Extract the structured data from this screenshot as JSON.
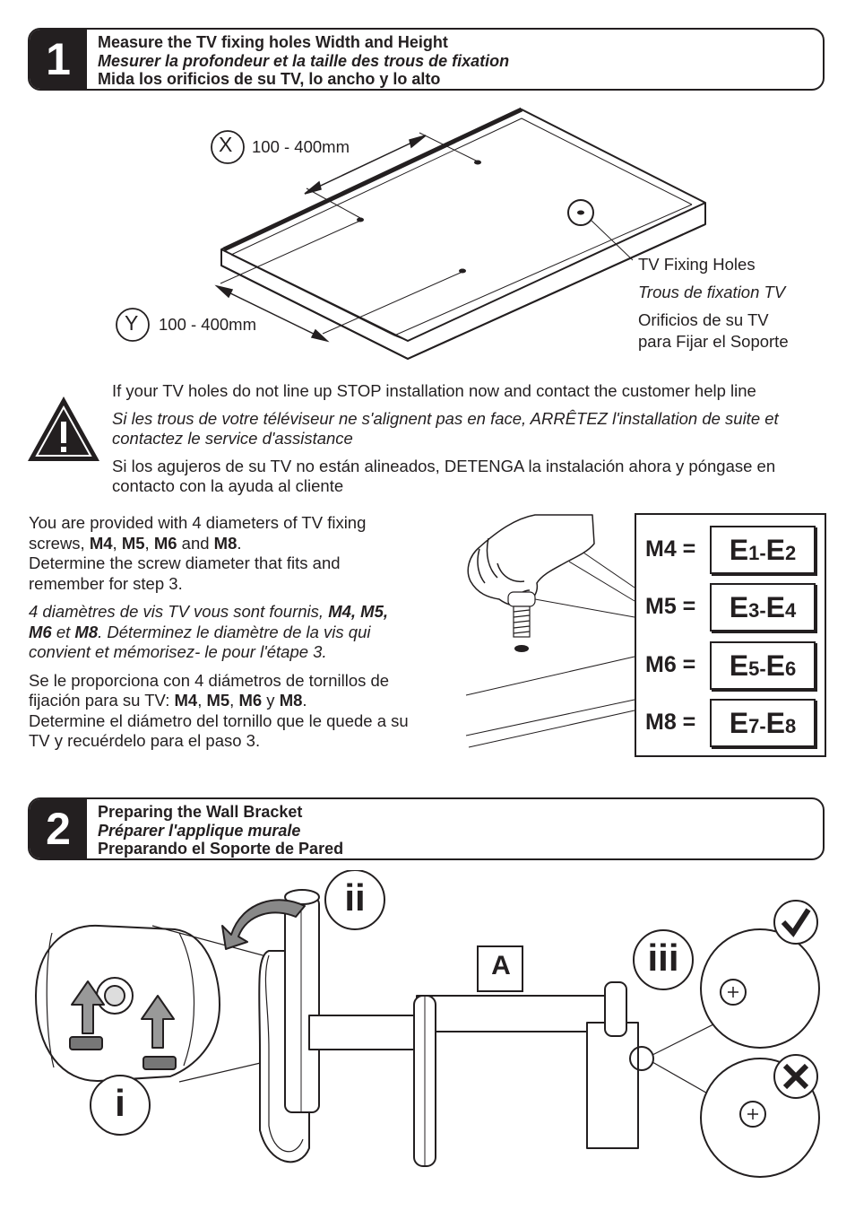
{
  "step1": {
    "number": "1",
    "title_en": "Measure the TV fixing holes Width and Height",
    "title_fr": "Mesurer la profondeur et la taille des trous de fixation",
    "title_es": "Mida los orificios de su TV, lo ancho y lo alto"
  },
  "tv_diagram": {
    "x_symbol": "X",
    "x_range": "100 - 400mm",
    "y_symbol": "Y",
    "y_range": "100 - 400mm",
    "holes_en": "TV Fixing Holes",
    "holes_fr": "Trous de fixation TV",
    "holes_es_1": "Orificios de su TV",
    "holes_es_2": "para Fijar el Soporte"
  },
  "warning": {
    "icon": "warning-triangle-icon",
    "en": "If your TV holes do not line up STOP installation now and contact the customer help line",
    "fr": "Si les trous de votre téléviseur ne s'alignent pas en face, ARRÊTEZ l'installation de suite et contactez le service d'assistance",
    "es": "Si los agujeros de su TV no están alineados, DETENGA la instalación ahora y póngase en contacto con la ayuda al cliente"
  },
  "screws_text": {
    "en_1": "You are provided with 4 diameters of TV fixing screws, ",
    "en_2": " and ",
    "en_3": ".",
    "en_4": "Determine the screw diameter that fits and remember for step 3.",
    "fr_1": "4 diamètres de vis TV vous sont fournis, ",
    "fr_2": " et ",
    "fr_3": ". Déterminez le diamètre de la vis qui convient et mémorisez- le pour l'étape 3.",
    "es_1": "Se le proporciona con 4 diámetros de tornillos de fijación para su TV: ",
    "es_2": " y ",
    "es_3": ".",
    "es_4": "Determine el diámetro del tornillo que le quede a su TV y recuérdelo para el paso 3.",
    "m4": "M4",
    "m5": "M5",
    "m6": "M6",
    "m8": "M8",
    "m4m5m6": "M4, M5, M6",
    "sep": ", "
  },
  "screw_table": [
    {
      "size": "M4 =",
      "e1": "E",
      "n1": "1",
      "dash": "-",
      "e2": "E",
      "n2": "2"
    },
    {
      "size": "M5 =",
      "e1": "E",
      "n1": "3",
      "dash": "-",
      "e2": "E",
      "n2": "4"
    },
    {
      "size": "M6 =",
      "e1": "E",
      "n1": "5",
      "dash": "-",
      "e2": "E",
      "n2": "6"
    },
    {
      "size": "M8 =",
      "e1": "E",
      "n1": "7",
      "dash": "-",
      "e2": "E",
      "n2": "8"
    }
  ],
  "step2": {
    "number": "2",
    "title_en": "Preparing the Wall Bracket",
    "title_fr": "Préparer l'applique murale",
    "title_es": "Preparando el Soporte de Pared"
  },
  "bracket_diagram": {
    "label_i": "i",
    "label_ii": "ii",
    "label_iii": "iii",
    "label_a": "A",
    "check_icon": "checkmark-icon",
    "cross_icon": "cross-icon"
  }
}
